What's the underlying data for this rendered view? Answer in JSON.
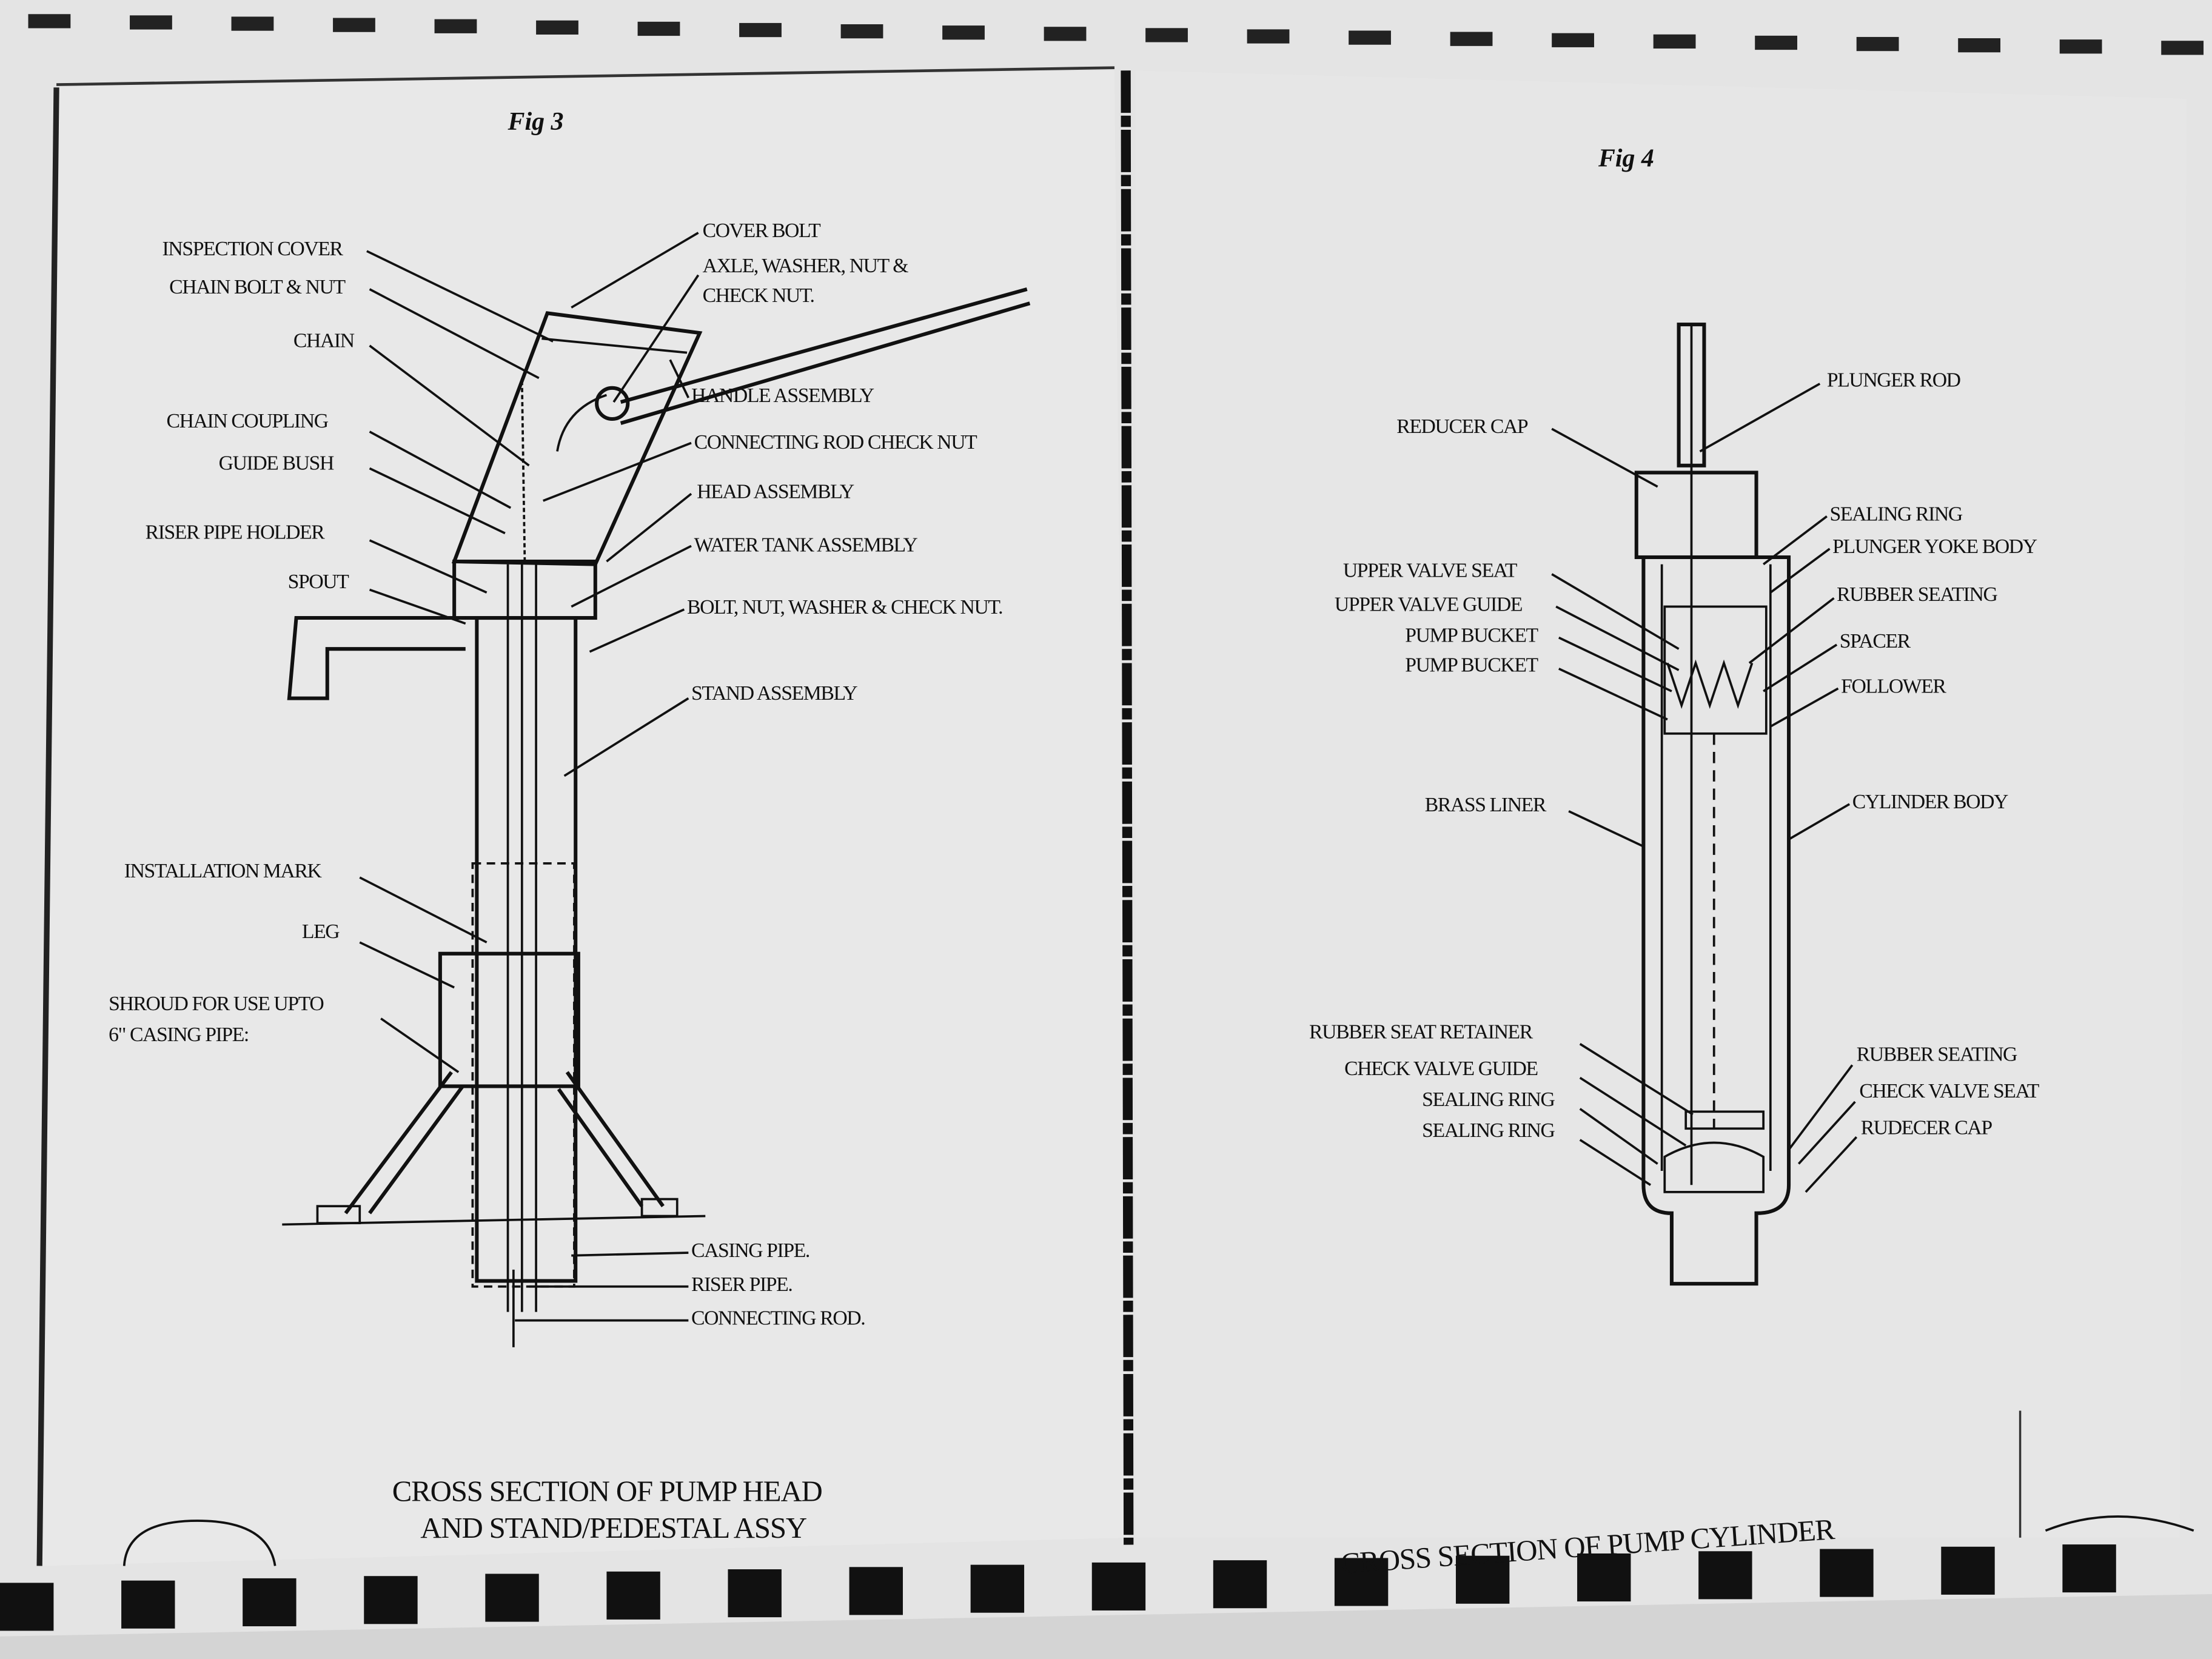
{
  "fig3": {
    "title": "Fig 3",
    "labels_left": [
      "INSPECTION COVER",
      "CHAIN BOLT & NUT",
      "CHAIN",
      "CHAIN COUPLING",
      "GUIDE BUSH",
      "RISER PIPE HOLDER",
      "SPOUT",
      "INSTALLATION MARK",
      "LEG",
      "SHROUD FOR USE UPTO",
      "6\" CASING PIPE:"
    ],
    "labels_right": [
      "COVER BOLT",
      "AXLE, WASHER, NUT &",
      "CHECK NUT.",
      "HANDLE ASSEMBLY",
      "CONNECTING ROD CHECK NUT",
      "HEAD ASSEMBLY",
      "WATER TANK ASSEMBLY",
      "BOLT, NUT, WASHER & CHECK NUT.",
      "STAND ASSEMBLY",
      "CASING PIPE.",
      "RISER PIPE.",
      "CONNECTING ROD."
    ],
    "caption": [
      "CROSS SECTION OF PUMP HEAD",
      "AND STAND/PEDESTAL ASSY"
    ]
  },
  "fig4": {
    "title": "Fig 4",
    "labels_left": [
      "REDUCER CAP",
      "UPPER VALVE SEAT",
      "UPPER VALVE GUIDE",
      "PUMP BUCKET",
      "PUMP BUCKET",
      "BRASS LINER",
      "RUBBER SEAT RETAINER",
      "CHECK VALVE GUIDE",
      "SEALING RING",
      "SEALING RING"
    ],
    "labels_right": [
      "PLUNGER ROD",
      "SEALING RING",
      "PLUNGER YOKE BODY",
      "RUBBER SEATING",
      "SPACER",
      "FOLLOWER",
      "CYLINDER BODY",
      "RUBBER SEATING",
      "CHECK VALVE SEAT",
      "RUDECER CAP"
    ],
    "caption": "CROSS SECTION OF PUMP CYLINDER"
  }
}
